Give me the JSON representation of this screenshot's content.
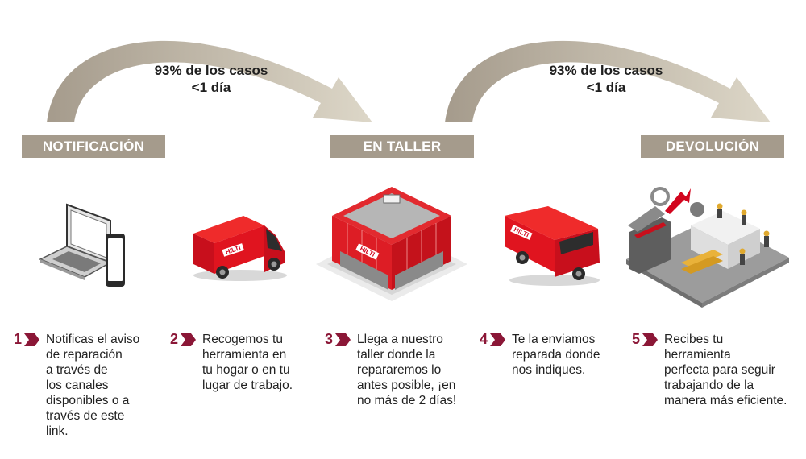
{
  "arcs": [
    {
      "label_lines": [
        "93% de los casos",
        "<1 día"
      ]
    },
    {
      "label_lines": [
        "93% de los casos",
        "<1 día"
      ]
    }
  ],
  "phases": [
    "NOTIFICACIÓN",
    "EN TALLER",
    "DEVOLUCIÓN"
  ],
  "brand": "HILTI",
  "steps": [
    {
      "number": "1",
      "lines": [
        "Notificas el aviso",
        "de reparación",
        "a través de",
        "los canales",
        "disponibles o a",
        "través de este",
        "link."
      ]
    },
    {
      "number": "2",
      "lines": [
        "Recogemos tu",
        "herramienta en",
        "tu hogar o en tu",
        "lugar de trabajo."
      ]
    },
    {
      "number": "3",
      "lines": [
        "Llega a nuestro",
        "taller donde la",
        "repararemos lo",
        "antes posible, ¡en",
        "no más de 2 días!"
      ]
    },
    {
      "number": "4",
      "lines": [
        "Te la enviamos",
        "reparada donde",
        "nos indiques."
      ]
    },
    {
      "number": "5",
      "lines": [
        "Recibes tu",
        "herramienta",
        "perfecta para seguir",
        "trabajando de la",
        "manera más eficiente."
      ]
    }
  ],
  "colors": {
    "brand_red": "#d2051e",
    "phase_bg": "#a59b8c",
    "step_accent": "#8b1737",
    "arc_dark": "#a59b8c",
    "arc_light": "#dcd6c7"
  }
}
